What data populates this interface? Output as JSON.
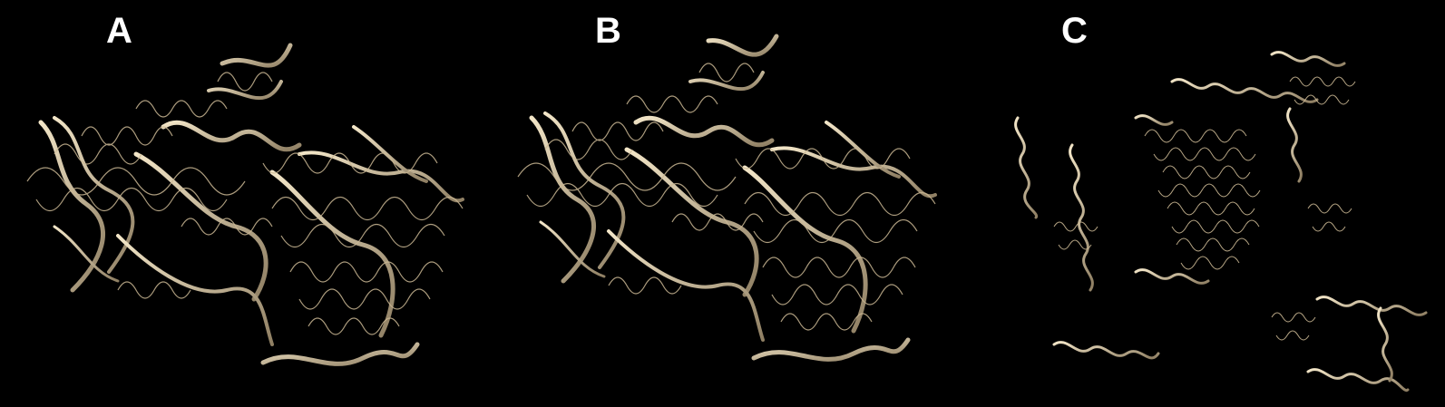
{
  "figure": {
    "background_color": "#000000",
    "ribbon_color": "#d9c7a3",
    "panels": [
      {
        "label": "A"
      },
      {
        "label": "B"
      },
      {
        "label": "C"
      }
    ]
  }
}
